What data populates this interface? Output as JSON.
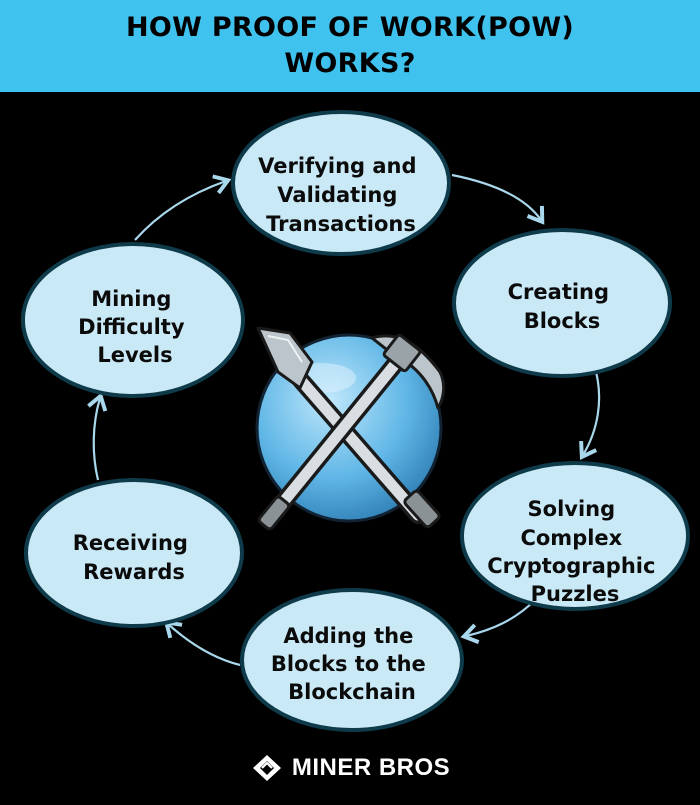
{
  "header": {
    "title_line1": "HOW PROOF OF WORK(POW)",
    "title_line2": "WORKS?"
  },
  "nodes": [
    {
      "lines": [
        "Verifying and",
        "Validating",
        "Transactions"
      ]
    },
    {
      "lines": [
        "Creating",
        "Blocks"
      ]
    },
    {
      "lines": [
        "Solving",
        "Complex",
        "Cryptographic",
        "Puzzles"
      ]
    },
    {
      "lines": [
        "Adding the",
        "Blocks to the",
        "Blockchain"
      ]
    },
    {
      "lines": [
        "Receiving",
        "Rewards"
      ]
    },
    {
      "lines": [
        "Mining",
        "Difficulty",
        "Levels"
      ]
    }
  ],
  "center_icon": "crossed-shovel-and-pickaxe-icon",
  "brand": {
    "name": "MINER BROS",
    "icon": "miner-bros-logo-icon"
  },
  "colors": {
    "header_bg": "#3fc3ee",
    "background": "#000000",
    "node_fill": "#c9e9f6",
    "node_outline": "#0e3a4a",
    "arrow": "#a9d7ec"
  }
}
